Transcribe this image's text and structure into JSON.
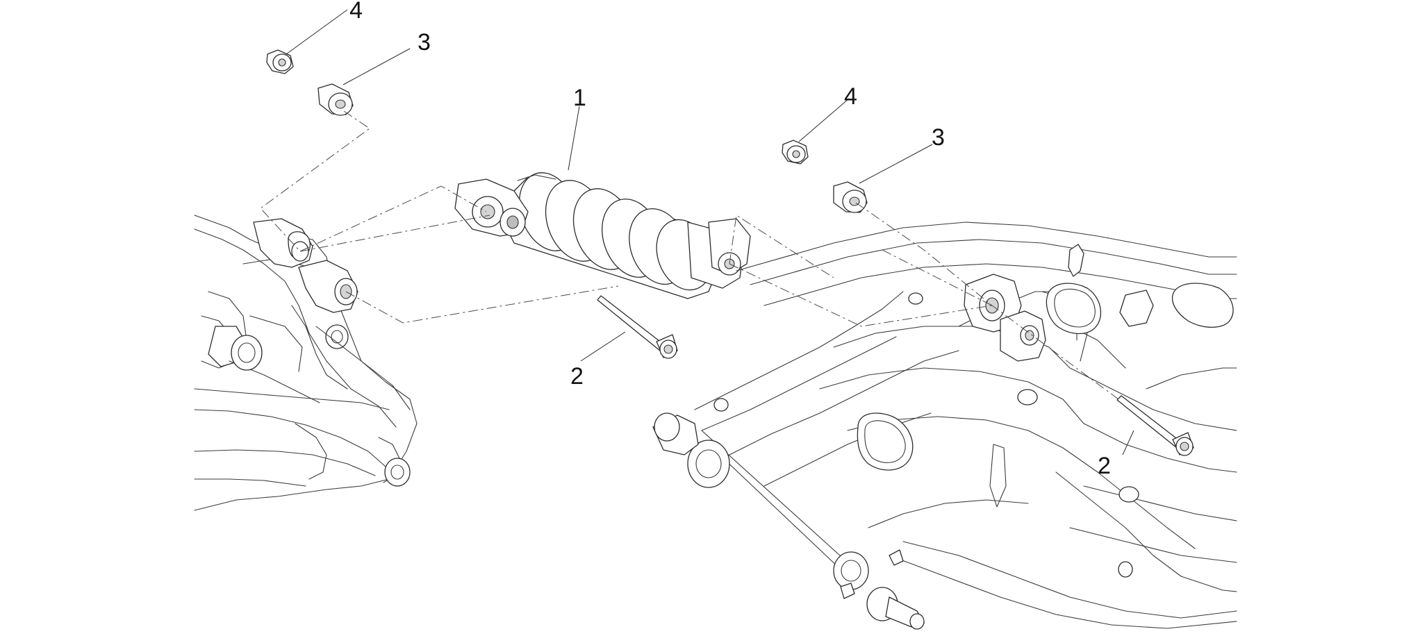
{
  "diagram": {
    "type": "exploded-parts-view",
    "callouts": [
      {
        "id": "c4a",
        "label": "4"
      },
      {
        "id": "c3a",
        "label": "3"
      },
      {
        "id": "c1",
        "label": "1"
      },
      {
        "id": "c2a",
        "label": "2"
      },
      {
        "id": "c4b",
        "label": "4"
      },
      {
        "id": "c3b",
        "label": "3"
      },
      {
        "id": "c2b",
        "label": "2"
      }
    ]
  }
}
